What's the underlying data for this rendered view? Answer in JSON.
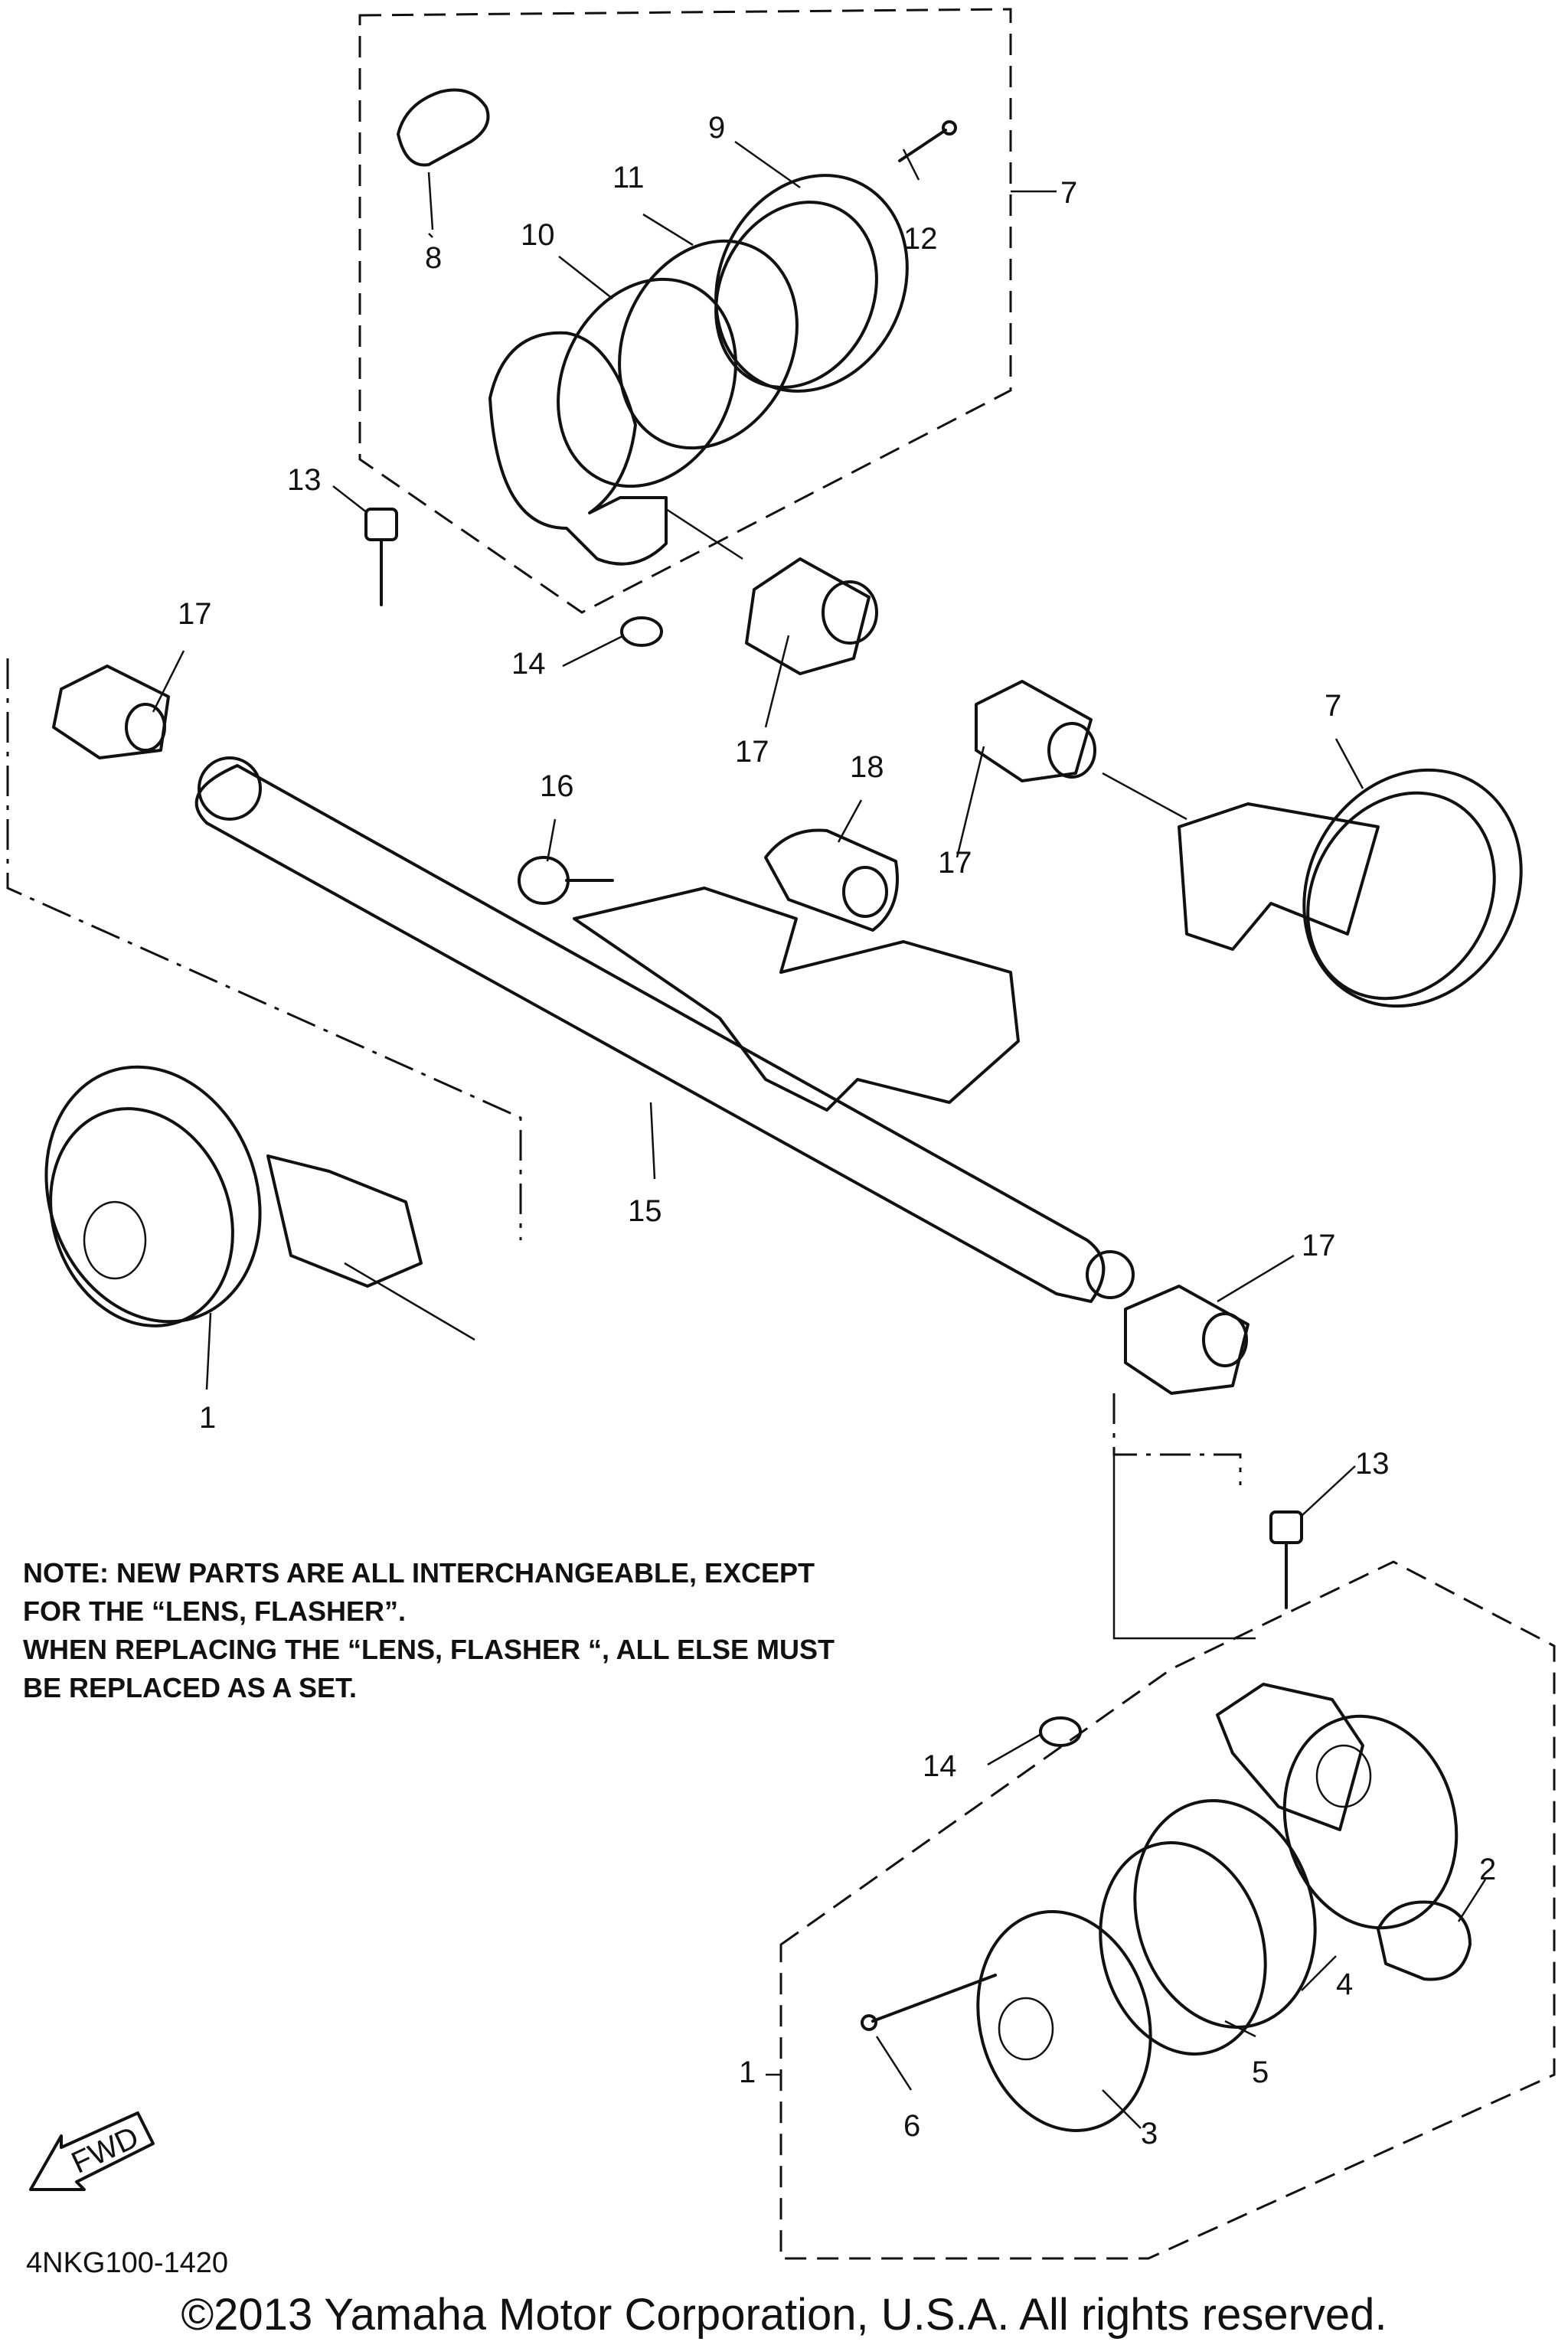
{
  "parts": {
    "p1a": "1",
    "p1b": "1",
    "p2": "2",
    "p3": "3",
    "p4": "4",
    "p5": "5",
    "p6": "6",
    "p7a": "7",
    "p7b": "7",
    "p8": "8",
    "p9": "9",
    "p10": "10",
    "p11": "11",
    "p12": "12",
    "p13a": "13",
    "p13b": "13",
    "p14a": "14",
    "p14b": "14",
    "p15": "15",
    "p16": "16",
    "p17a": "17",
    "p17b": "17",
    "p17c": "17",
    "p17d": "17",
    "p18": "18"
  },
  "note": {
    "line1": "NOTE: NEW PARTS ARE ALL INTERCHANGEABLE, EXCEPT",
    "line2": "FOR THE “LENS, FLASHER”.",
    "line3": "WHEN REPLACING THE “LENS, FLASHER “, ALL ELSE MUST",
    "line4": "BE REPLACED AS A SET."
  },
  "fwd_label": "FWD",
  "drawing_code": "4NKG100-1420",
  "copyright": "©2013 Yamaha Motor Corporation, U.S.A. All rights reserved."
}
